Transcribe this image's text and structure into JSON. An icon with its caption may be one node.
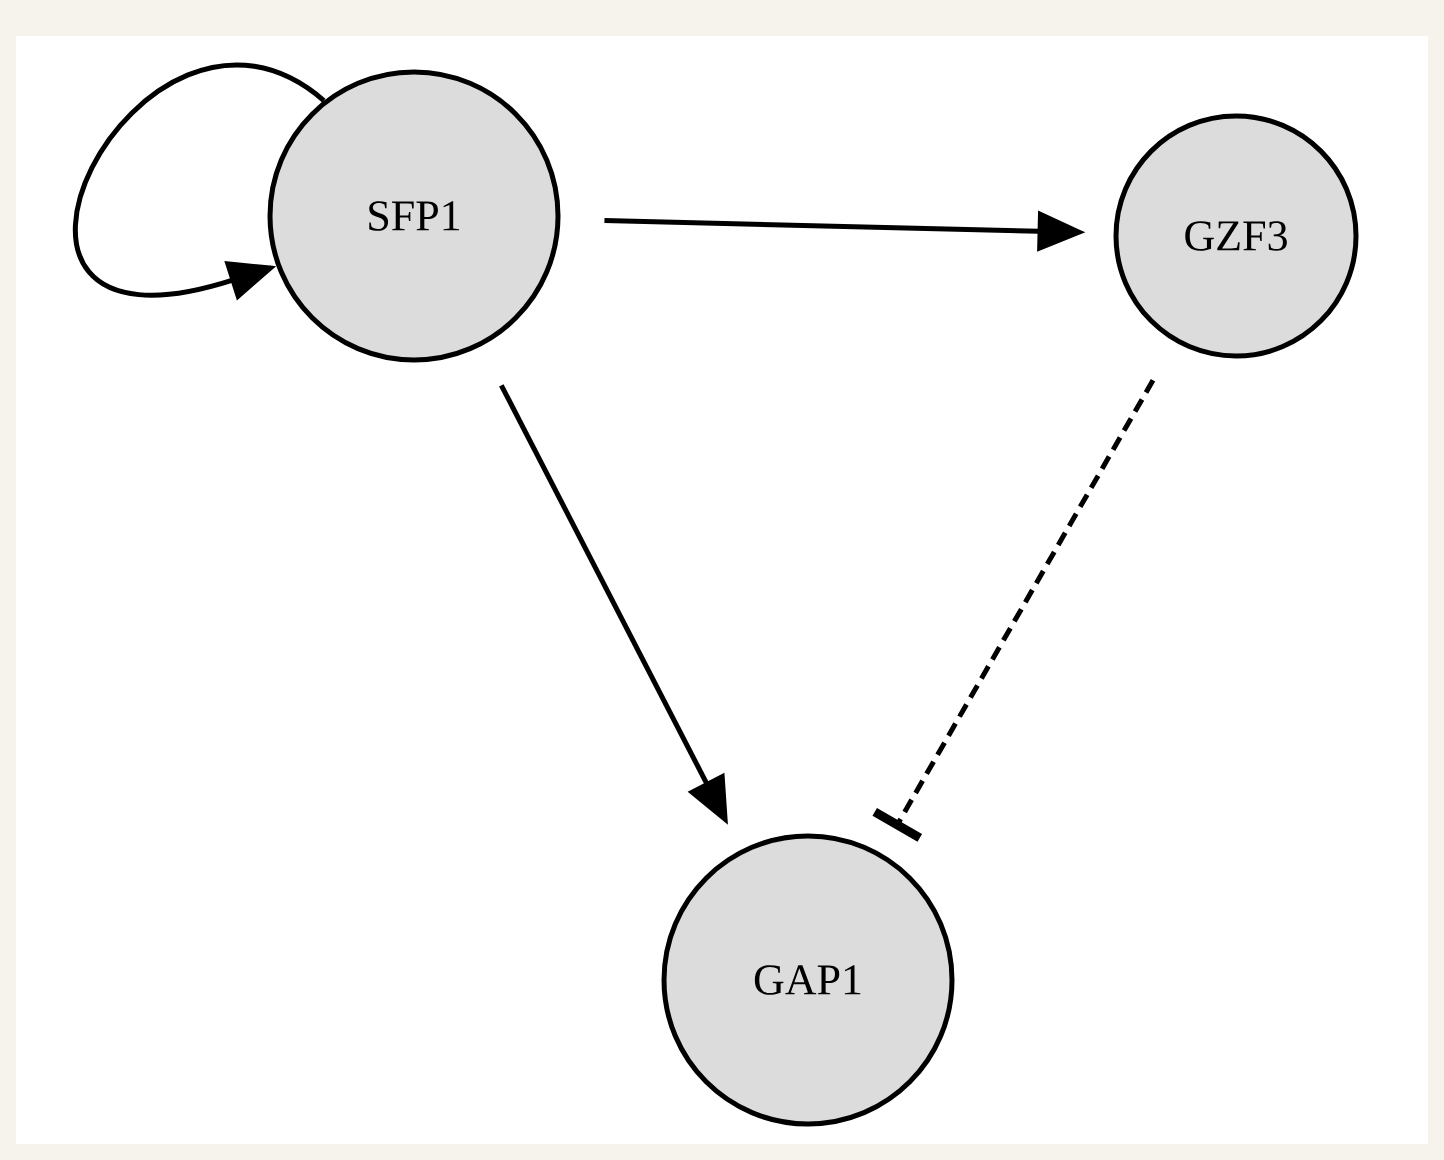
{
  "diagram": {
    "nodes": [
      {
        "text": [
          "SFP1"
        ]
      },
      {
        "text": [
          "GZF3"
        ]
      },
      {
        "text": [
          "GAP1"
        ]
      }
    ],
    "edges": [
      {
        "from": 0,
        "to": 0,
        "arrow": "to"
      },
      {
        "from": 0,
        "to": 1,
        "arrow": "to"
      },
      {
        "from": 0,
        "to": 2,
        "arrow": "to"
      },
      {
        "from": 1,
        "to": 2,
        "arrow": "other",
        "style": "dashed"
      }
    ]
  }
}
